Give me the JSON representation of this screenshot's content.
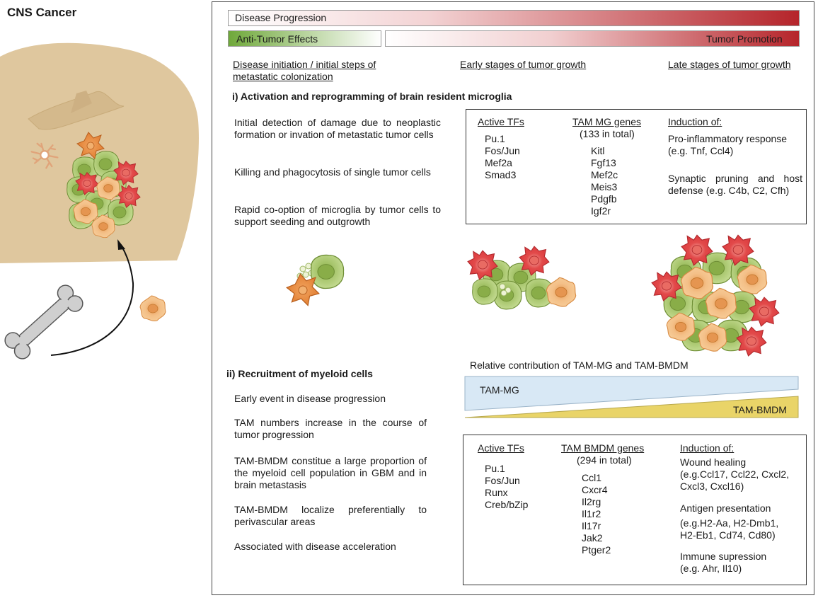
{
  "colors": {
    "progression_end": "#b5242a",
    "anti_tumor_green": "#6fa83a",
    "tumor_promotion_red": "#b5242a",
    "tam_mg_blue": "#d8e8f5",
    "tam_bmdm_yellow": "#e9d468",
    "brain_tan": "#dfc79e",
    "tumor_green": "#a9c86c",
    "microglia_orange": "#e6893b",
    "bmdm_peach": "#f2b878",
    "cell_red": "#d9363b"
  },
  "icons": [
    "brain-icon",
    "bone-icon",
    "tumor-cluster-icon",
    "microglia-cell-icon",
    "macrophage-cell-icon",
    "arrow-icon"
  ],
  "title": "CNS Cancer",
  "bars": {
    "progression": "Disease Progression",
    "anti_tumor": "Anti-Tumor Effects",
    "tumor_promotion": "Tumor Promotion"
  },
  "stages": {
    "initiation_line1": "Disease initiation / initial steps of",
    "initiation_line2": "metastatic colonization",
    "early": "Early stages of tumor growth",
    "late": "Late stages of tumor growth"
  },
  "section1": {
    "heading": "i) Activation and reprogramming of brain resident microglia",
    "points": [
      "Initial detection of damage due to neoplastic formation or invation of metastatic tumor cells",
      "Killing and phagocytosis of single tumor cells",
      "Rapid co-option of microglia by tumor cells to support seeding and outgrowth"
    ],
    "box": {
      "tfs_header": "Active TFs",
      "tfs": [
        "Pu.1",
        "Fos/Jun",
        "Mef2a",
        "Smad3"
      ],
      "genes_header": "TAM MG genes",
      "genes_count": "(133 in total)",
      "genes": [
        "Kitl",
        "Fgf13",
        "Mef2c",
        "Meis3",
        "Pdgfb",
        "Igf2r"
      ],
      "induction_header": "Induction of:",
      "induction1": "Pro-inflammatory response (e.g. Tnf, Ccl4)",
      "induction2": "Synaptic pruning and host defense (e.g. C4b, C2, Cfh)"
    }
  },
  "contribution": {
    "title": "Relative contribution of TAM-MG and TAM-BMDM",
    "mg_label": "TAM-MG",
    "bmdm_label": "TAM-BMDM"
  },
  "section2": {
    "heading": "ii) Recruitment of myeloid cells",
    "points": [
      "Early event in disease progression",
      "TAM numbers increase in the course of tumor progression",
      "TAM-BMDM constitue a large proportion of the myeloid cell population in GBM and in brain metastasis",
      "TAM-BMDM localize preferentially to perivascular areas",
      "Associated with disease acceleration"
    ],
    "box": {
      "tfs_header": "Active TFs",
      "tfs": [
        "Pu.1",
        "Fos/Jun",
        "Runx",
        "Creb/bZip"
      ],
      "genes_header": "TAM BMDM genes",
      "genes_count": "(294 in total)",
      "genes": [
        "Ccl1",
        "Cxcr4",
        "Il2rg",
        "Il1r2",
        "Il17r",
        "Jak2",
        "Ptger2"
      ],
      "wound_header": "Wound healing",
      "wound_text": "(e.g.Ccl17, Ccl22, Cxcl2, Cxcl3, Cxcl16)",
      "antigen_header": "Antigen presentation",
      "antigen_text": "(e.g.H2-Aa, H2-Dmb1, H2-Eb1, Cd74, Cd80)",
      "immune_header": "Immune supression",
      "immune_text": "(e.g. Ahr, Il10)"
    }
  }
}
